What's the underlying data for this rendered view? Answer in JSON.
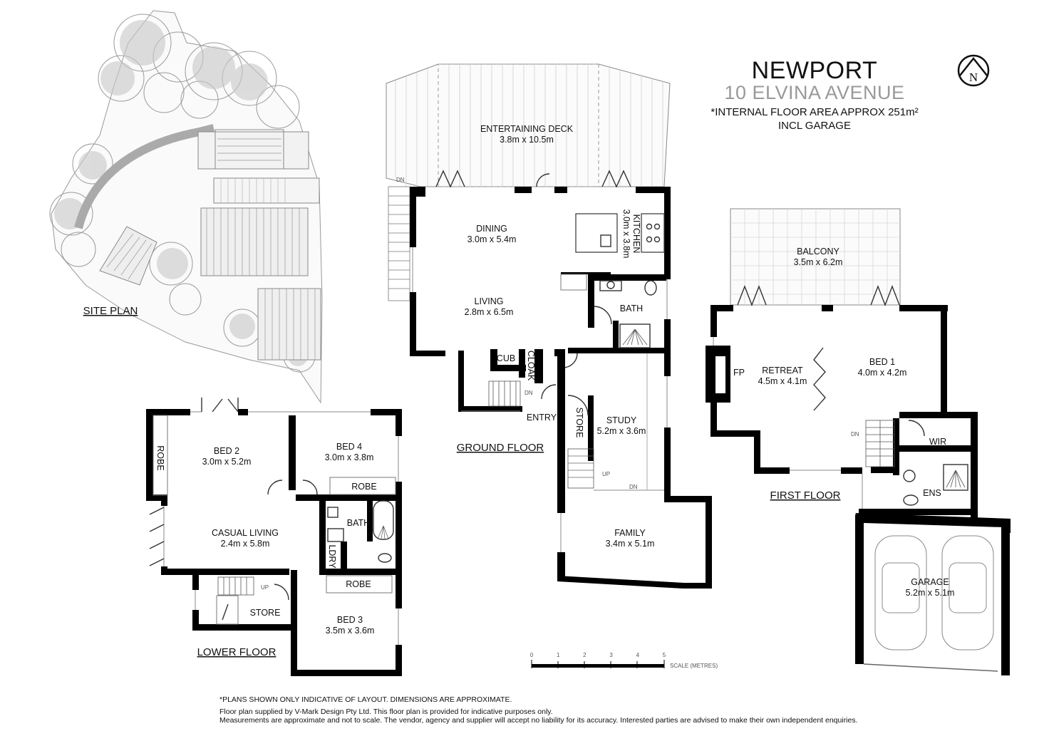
{
  "header": {
    "suburb": "NEWPORT",
    "address": "10 ELVINA AVENUE",
    "area_line": "*INTERNAL FLOOR AREA APPROX 251m²",
    "area_line2": "INCL GARAGE",
    "compass_letter": "N",
    "compass_icon": "north-arrow-icon"
  },
  "site_plan": {
    "label": "SITE PLAN"
  },
  "ground_floor": {
    "label": "GROUND FLOOR",
    "deck": {
      "name": "ENTERTAINING DECK",
      "size": "3.8m x 10.5m"
    },
    "dining": {
      "name": "DINING",
      "size": "3.0m x 5.4m"
    },
    "kitchen": {
      "name": "KITCHEN",
      "size": "3.0m x 3.8m"
    },
    "living": {
      "name": "LIVING",
      "size": "2.8m x 6.5m"
    },
    "bath": "BATH",
    "cub": "CUB",
    "cloak": "CLOAK",
    "entry": "ENTRY",
    "dn_deck": "DN",
    "dn_entry": "DN",
    "store": "STORE",
    "study": {
      "name": "STUDY",
      "size": "5.2m x 3.6m"
    },
    "up": "UP",
    "dn_family": "DN",
    "family": {
      "name": "FAMILY",
      "size": "3.4m x 5.1m"
    }
  },
  "first_floor": {
    "label": "FIRST FLOOR",
    "balcony": {
      "name": "BALCONY",
      "size": "3.5m x 6.2m"
    },
    "retreat": {
      "name": "RETREAT",
      "size": "4.5m x 4.1m"
    },
    "fp": "FP",
    "bed1": {
      "name": "BED 1",
      "size": "4.0m x 4.2m"
    },
    "wir": "WIR",
    "ens": "ENS",
    "dn": "DN",
    "garage": {
      "name": "GARAGE",
      "size": "5.2m x 5.1m"
    }
  },
  "lower_floor": {
    "label": "LOWER FLOOR",
    "robe_left": "ROBE",
    "bed2": {
      "name": "BED 2",
      "size": "3.0m x 5.2m"
    },
    "bed4": {
      "name": "BED 4",
      "size": "3.0m x 3.8m"
    },
    "robe_bed4": "ROBE",
    "casual": {
      "name": "CASUAL LIVING",
      "size": "2.4m x 5.8m"
    },
    "bath": "BATH",
    "ldry": "LDRY",
    "robe_bed3": "ROBE",
    "up": "UP",
    "store": "STORE",
    "bed3": {
      "name": "BED 3",
      "size": "3.5m x 3.6m"
    }
  },
  "scale": {
    "ticks": [
      "0",
      "1",
      "2",
      "3",
      "4",
      "5"
    ],
    "label": "SCALE (METRES)"
  },
  "footer": {
    "line1": "*PLANS SHOWN ONLY INDICATIVE OF LAYOUT. DIMENSIONS ARE APPROXIMATE.",
    "line2": "Floor plan supplied by V-Mark Design Pty Ltd. This floor plan is provided for indicative purposes only.",
    "line3": "Measurements are approximate and not to scale. The vendor, agency and supplier will accept no liability for its accuracy. Interested parties are advised to make their own independent enquiries."
  }
}
